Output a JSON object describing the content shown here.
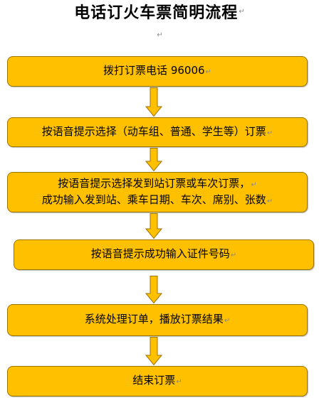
{
  "title": "电话订火车票简明流程",
  "paragraph_mark": "↵",
  "steps": [
    {
      "lines": [
        "拨打订票电话 96006"
      ]
    },
    {
      "lines": [
        "按语音提示选择（动车组、普通、学生等）订票"
      ]
    },
    {
      "lines": [
        "按语音提示选择发到站订票或车次订票，",
        "成功输入发到站、乘车日期、车次、席别、张数"
      ]
    },
    {
      "lines": [
        "按语音提示成功输入证件号码"
      ]
    },
    {
      "lines": [
        "系统处理订单，播放订票结果"
      ]
    },
    {
      "lines": [
        "结束订票"
      ]
    }
  ],
  "icons": {
    "connector": "down-arrow-icon",
    "line_end": "paragraph-mark-icon"
  },
  "colors": {
    "box_fill": "#FFC000",
    "box_border": "#9C7400",
    "text": "#000000",
    "paragraph_mark": "#8A8A8A"
  }
}
